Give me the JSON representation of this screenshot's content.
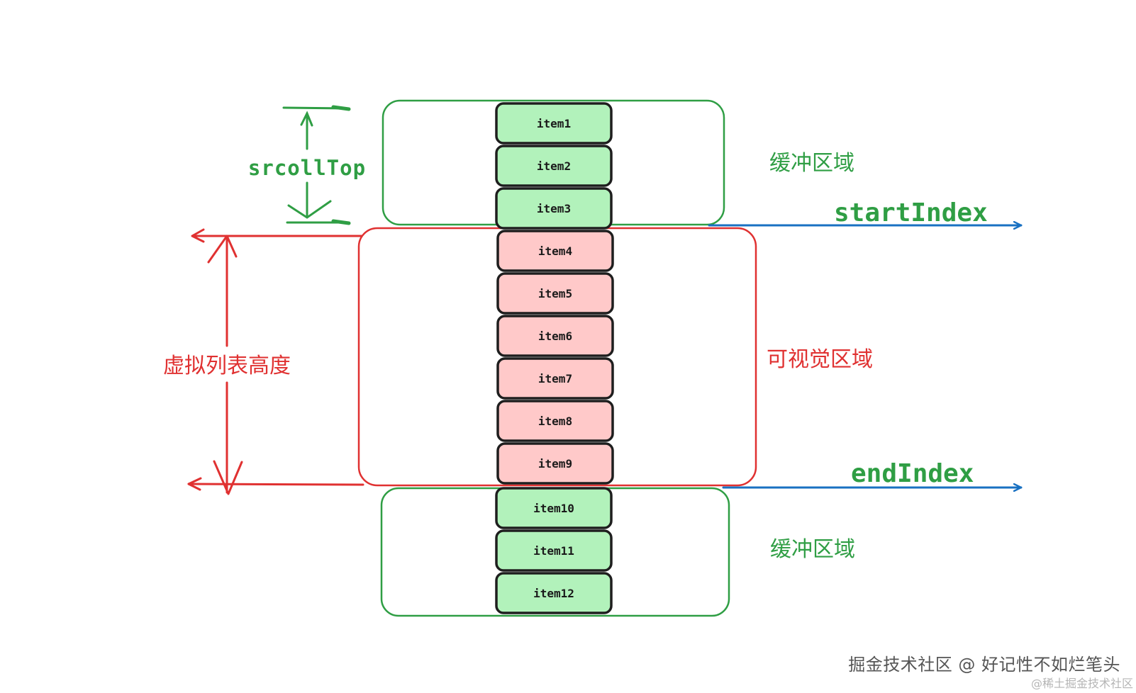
{
  "colors": {
    "green": "#2f9e44",
    "red": "#e03131",
    "blue": "#1971c2",
    "item_green_fill": "#b2f2bb",
    "item_red_fill": "#ffc9c9",
    "item_stroke": "#1e1e1e"
  },
  "items": {
    "top_buffer": [
      "item1",
      "item2",
      "item3"
    ],
    "visible": [
      "item4",
      "item5",
      "item6",
      "item7",
      "item8",
      "item9"
    ],
    "bottom_buffer": [
      "item10",
      "item11",
      "item12"
    ]
  },
  "labels": {
    "scroll_top": "srcollTop",
    "buffer_top": "缓冲区域",
    "visible_area": "可视觉区域",
    "buffer_bottom": "缓冲区域",
    "start_index": "startIndex",
    "end_index": "endIndex",
    "list_height": "虚拟列表高度"
  },
  "watermark": {
    "main": "掘金技术社区 @ 好记性不如烂笔头",
    "sub": "@稀土掘金技术社区"
  }
}
